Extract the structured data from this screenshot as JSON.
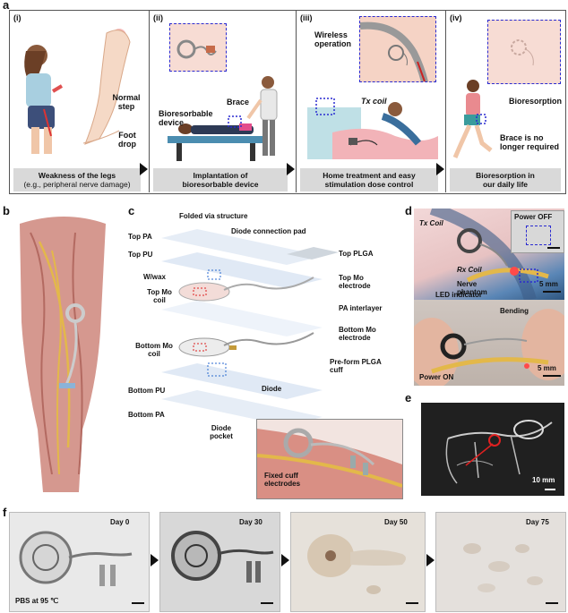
{
  "panel_a": {
    "label": "a",
    "steps": [
      {
        "num": "(i)",
        "caption_line1": "Weakness of the legs",
        "caption_line2": "(e.g., peripheral nerve damage)",
        "callouts": [
          "Normal step",
          "Foot drop"
        ]
      },
      {
        "num": "(ii)",
        "caption_line1": "Implantation of",
        "caption_line2": "bioresorbable device",
        "callouts": [
          "Bioresorbable device",
          "Brace"
        ]
      },
      {
        "num": "(iii)",
        "caption_line1": "Home treatment and easy",
        "caption_line2": "stimulation dose control",
        "callouts": [
          "Wireless operation",
          "Tx coil"
        ]
      },
      {
        "num": "(iv)",
        "caption_line1": "Bioresorption in",
        "caption_line2": "our daily life",
        "callouts": [
          "Bioresorption",
          "Brace is no longer required"
        ]
      }
    ]
  },
  "panel_b": {
    "label": "b"
  },
  "panel_c": {
    "label": "c",
    "labels_left": [
      "Top PA",
      "Top PU",
      "W/wax",
      "Top Mo coil",
      "Bottom Mo coil",
      "Bottom PU",
      "Bottom PA"
    ],
    "labels_top": [
      "Folded via structure",
      "Diode connection pad"
    ],
    "labels_right": [
      "Top PLGA",
      "Top Mo electrode",
      "PA interlayer",
      "Bottom Mo electrode",
      "Pre-form PLGA cuff"
    ],
    "labels_bottom": [
      "Diode",
      "Diode pocket"
    ],
    "inset_label": "Fixed cuff electrodes"
  },
  "panel_d": {
    "label": "d",
    "top": {
      "power": "Power OFF",
      "tx": "Tx Coil",
      "rx": "Rx Coil",
      "nerve": "Nerve phantom",
      "led": "LED indicator",
      "scale": "5 mm"
    },
    "bottom": {
      "power": "Power ON",
      "bending": "Bending",
      "scale": "5 mm"
    }
  },
  "panel_e": {
    "label": "e",
    "scale": "10 mm"
  },
  "panel_f": {
    "label": "f",
    "condition": "PBS at 95 ℃",
    "days": [
      "Day 0",
      "Day 30",
      "Day 50",
      "Day 75"
    ]
  }
}
